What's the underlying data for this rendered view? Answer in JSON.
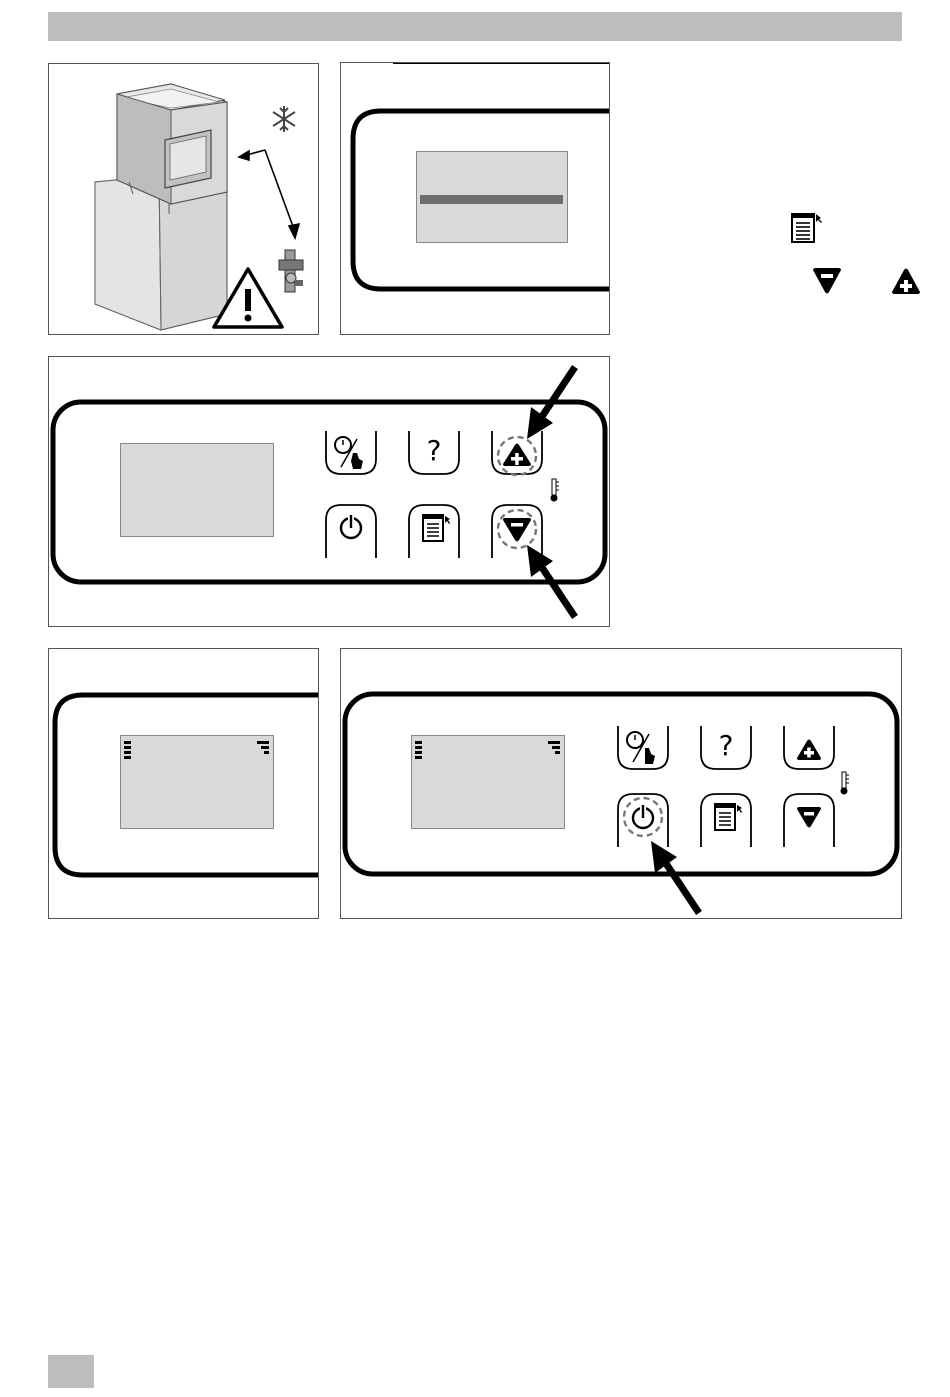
{
  "manual_page": {
    "header_bar_color": "#bdbdbd",
    "footer_tab_color": "#bdbdbd",
    "accent_color": "#000000",
    "display_color": "#d9d9d9",
    "icons": {
      "snowflake": "snowflake-icon",
      "valve": "valve-icon",
      "warning": "warning-icon",
      "menu": "menu-icon",
      "down": "down-button-icon",
      "up": "up-button-icon",
      "power": "power-icon",
      "help": "help-icon",
      "clock_hand": "clock-hand-icon",
      "thermometer": "thermometer-icon",
      "arrow": "arrow-pointer-icon"
    }
  },
  "control_panel": {
    "buttons": [
      {
        "name": "clock-hand-button",
        "label": ""
      },
      {
        "name": "help-button",
        "label": "?"
      },
      {
        "name": "up-button",
        "label": ""
      },
      {
        "name": "power-button",
        "label": ""
      },
      {
        "name": "menu-button",
        "label": ""
      },
      {
        "name": "down-button",
        "label": ""
      }
    ],
    "help_label": "?"
  }
}
